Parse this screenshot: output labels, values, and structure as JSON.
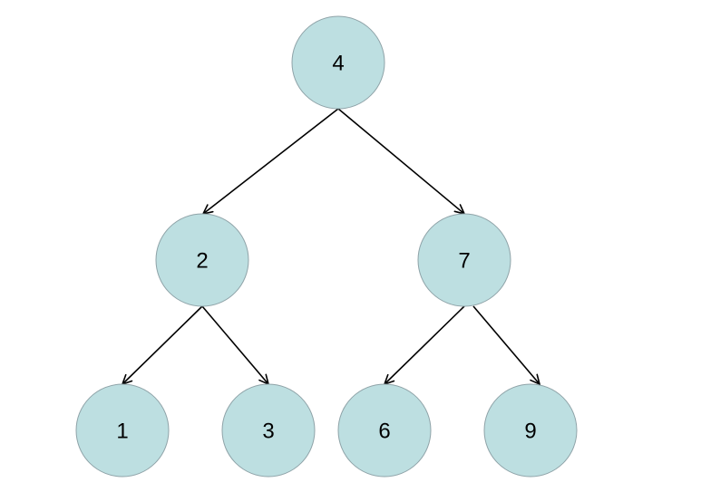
{
  "tree": {
    "nodes": [
      {
        "id": "n4",
        "label": "4"
      },
      {
        "id": "n2",
        "label": "2"
      },
      {
        "id": "n7",
        "label": "7"
      },
      {
        "id": "n1",
        "label": "1"
      },
      {
        "id": "n3",
        "label": "3"
      },
      {
        "id": "n6",
        "label": "6"
      },
      {
        "id": "n9",
        "label": "9"
      }
    ],
    "edges": [
      {
        "from": "n4",
        "to": "n2"
      },
      {
        "from": "n4",
        "to": "n7"
      },
      {
        "from": "n2",
        "to": "n1"
      },
      {
        "from": "n2",
        "to": "n3"
      },
      {
        "from": "n7",
        "to": "n6"
      },
      {
        "from": "n7",
        "to": "n9"
      }
    ],
    "colors": {
      "node_fill": "#bddfe1",
      "node_stroke": "#8fa3a8",
      "edge": "#000000"
    }
  }
}
